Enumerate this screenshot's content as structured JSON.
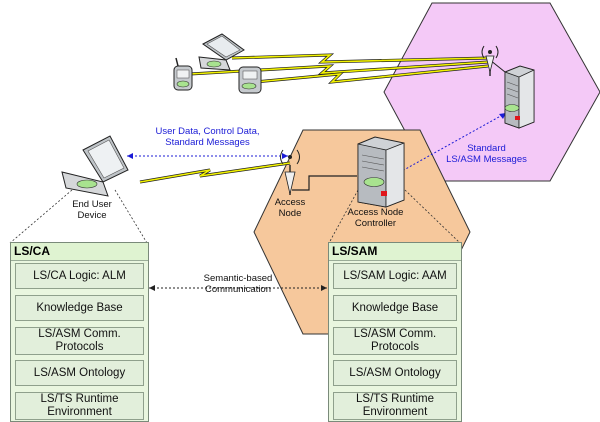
{
  "labels": {
    "user_data": "User Data, Control Data,\nStandard Messages",
    "standard_msgs": "Standard\nLS/ASM Messages",
    "end_user_device": "End User\nDevice",
    "access_node": "Access\nNode",
    "access_node_controller": "Access Node\nController",
    "semantic_comm": "Semantic-based\nCommunication"
  },
  "left_stack": {
    "title": "LS/CA",
    "layers": [
      "LS/CA Logic: ALM",
      "Knowledge Base",
      "LS/ASM Comm.\nProtocols",
      "LS/ASM Ontology",
      "LS/TS Runtime\nEnvironment"
    ]
  },
  "right_stack": {
    "title": "LS/SAM",
    "layers": [
      "LS/SAM Logic: AAM",
      "Knowledge Base",
      "LS/ASM Comm.\nProtocols",
      "LS/ASM Ontology",
      "LS/TS Runtime\nEnvironment"
    ]
  },
  "colors": {
    "pink_zone": "#f4c9f7",
    "orange_zone": "#f6c89c",
    "link_text": "#1b1bd6",
    "lightning": "#f3f300"
  }
}
